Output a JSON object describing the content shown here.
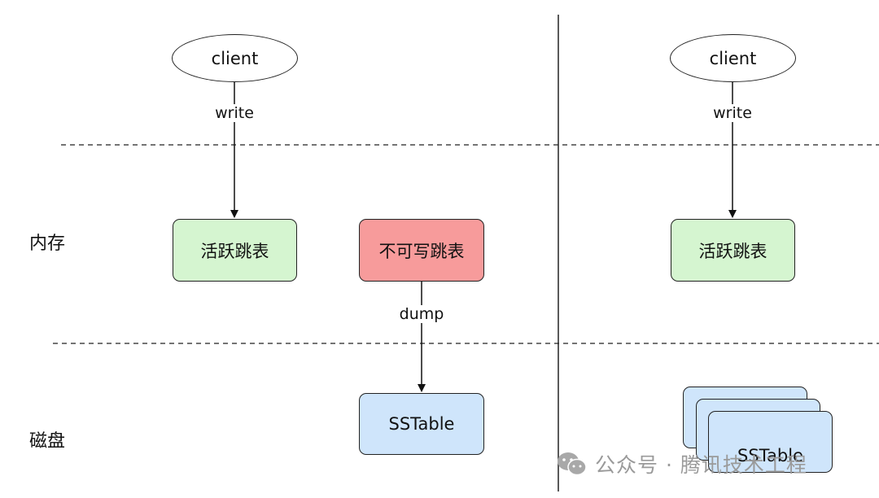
{
  "layers": {
    "memory_label": "内存",
    "disk_label": "磁盘"
  },
  "left": {
    "client": "client",
    "write_label": "write",
    "active_skiplist": "活跃跳表",
    "readonly_skiplist": "不可写跳表",
    "dump_label": "dump",
    "sstable": "SSTable"
  },
  "right": {
    "client": "client",
    "write_label": "write",
    "active_skiplist": "活跃跳表",
    "sstable": "SSTable"
  },
  "watermark": {
    "text": "公众号 · 腾讯技术工程",
    "icon": "wechat-icon"
  },
  "colors": {
    "active": "#d5f5d0",
    "readonly": "#f79b9b",
    "sstable": "#cfe5fb"
  }
}
